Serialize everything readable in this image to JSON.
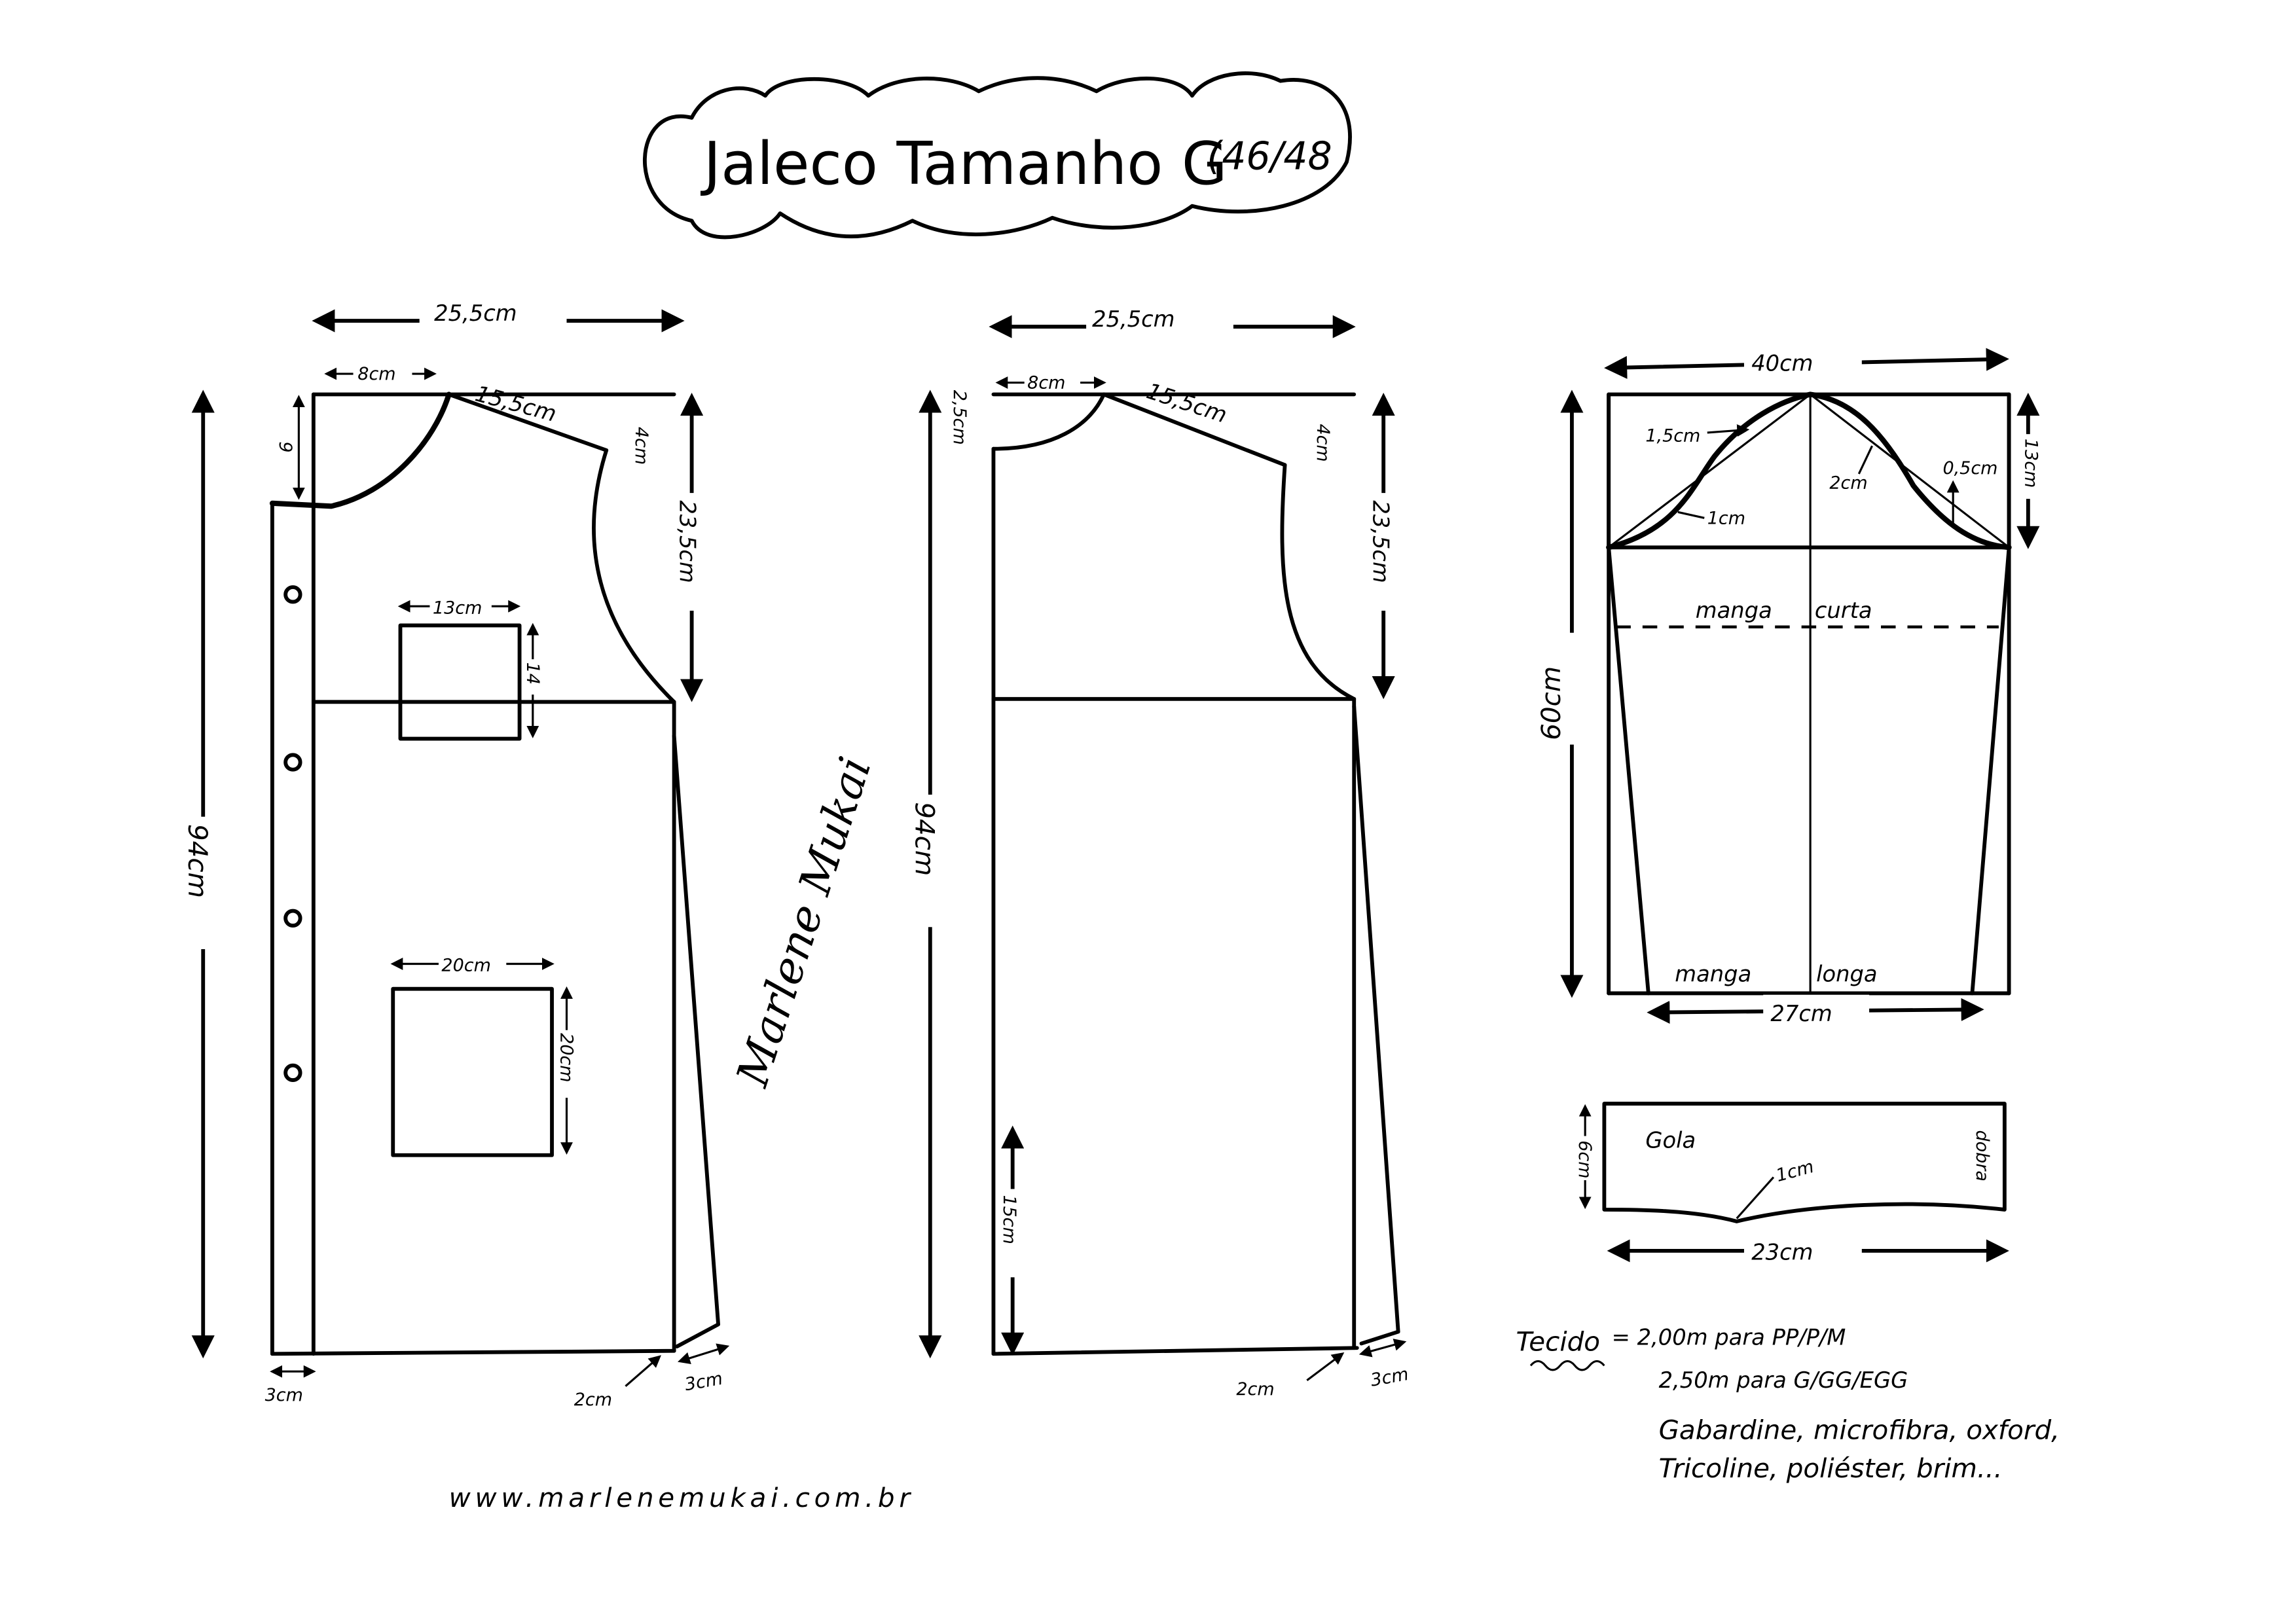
{
  "title": {
    "main": "Jaleco Tamanho G",
    "size": "(46/48"
  },
  "front": {
    "width": "25,5cm",
    "neck_width": "8cm",
    "shoulder": "15,5cm",
    "shoulder_drop": "4cm",
    "neck_depth": "9",
    "armhole": "23,5cm",
    "length": "94cm",
    "pocket_small_w": "13cm",
    "pocket_small_h": "14",
    "pocket_big_w": "20cm",
    "pocket_big_h": "20cm",
    "placket": "3cm",
    "hem_rise": "2cm",
    "hem_flare": "3cm"
  },
  "back": {
    "width": "25,5cm",
    "neck_width": "8cm",
    "shoulder": "15,5cm",
    "neck_depth": "2,5cm",
    "shoulder_drop": "4cm",
    "armhole": "23,5cm",
    "length": "94cm",
    "vent": "15cm",
    "hem_rise": "2cm",
    "hem_flare": "3cm"
  },
  "sleeve": {
    "width": "40cm",
    "cap_out": "1,5cm",
    "cap_in": "1cm",
    "cap_back": "2cm",
    "cap_back2": "0,5cm",
    "cap_height": "13cm",
    "length": "60cm",
    "short_a": "manga",
    "short_b": "curta",
    "long_a": "manga",
    "long_b": "longa",
    "cuff": "27cm"
  },
  "collar": {
    "label": "Gola",
    "curve": "1cm",
    "height": "6cm",
    "fold": "dobra",
    "width": "23cm"
  },
  "fabric": {
    "label": "Tecido",
    "line1": "= 2,00m  para  PP/P/M",
    "line2": "2,50m  para  G/GG/EGG",
    "line3": "Gabardine, microfibra, oxford,",
    "line4": "Tricoline, poliéster, brim..."
  },
  "website": "www.marlenemukai.com.br",
  "signature": "Marlene Mukai"
}
